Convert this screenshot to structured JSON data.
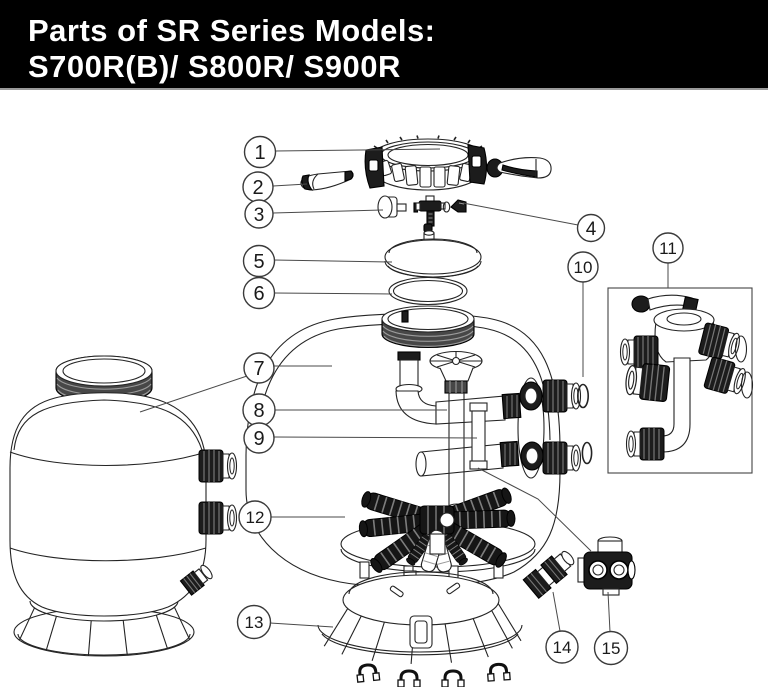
{
  "title": {
    "line1": "Parts of SR Series Models:",
    "line2": "S700R(B)/ S800R/ S900R"
  },
  "colors": {
    "banner_bg": "#000000",
    "banner_text": "#ffffff",
    "line_art": "#242424",
    "dark_fill": "#1c1c1c",
    "background": "#ffffff"
  },
  "callouts": [
    {
      "number": "1"
    },
    {
      "number": "2"
    },
    {
      "number": "3"
    },
    {
      "number": "4"
    },
    {
      "number": "5"
    },
    {
      "number": "6"
    },
    {
      "number": "7"
    },
    {
      "number": "8"
    },
    {
      "number": "9"
    },
    {
      "number": "10"
    },
    {
      "number": "11"
    },
    {
      "number": "12"
    },
    {
      "number": "13"
    },
    {
      "number": "14"
    },
    {
      "number": "15"
    }
  ]
}
